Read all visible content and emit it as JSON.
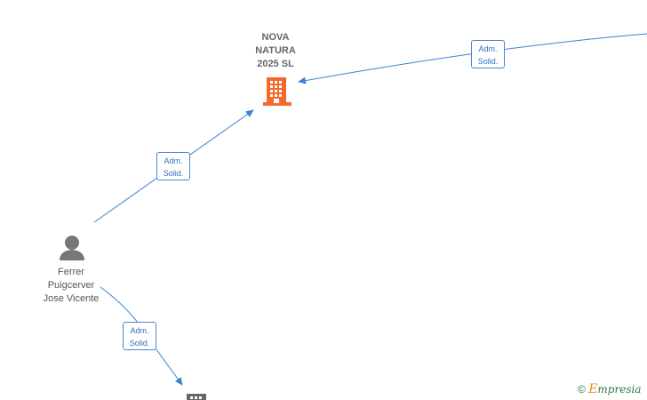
{
  "company": {
    "name_line1": "NOVA",
    "name_line2": "NATURA",
    "name_line3": "2025 SL"
  },
  "person": {
    "name_line1": "Ferrer",
    "name_line2": "Puigcerver",
    "name_line3": "Jose Vicente"
  },
  "edges": [
    {
      "line1": "Adm.",
      "line2": "Solid."
    },
    {
      "line1": "Adm.",
      "line2": "Solid."
    },
    {
      "line1": "Adm.",
      "line2": "Solid."
    }
  ],
  "watermark": {
    "copyright": "©",
    "brand_first": "E",
    "brand_rest": "mpresia"
  },
  "colors": {
    "company_icon": "#f26a2e",
    "person_icon": "#777777",
    "edge": "#3d7fd6",
    "partial_company_icon": "#666666"
  },
  "icons": {
    "company": "building-icon",
    "person": "person-icon"
  }
}
